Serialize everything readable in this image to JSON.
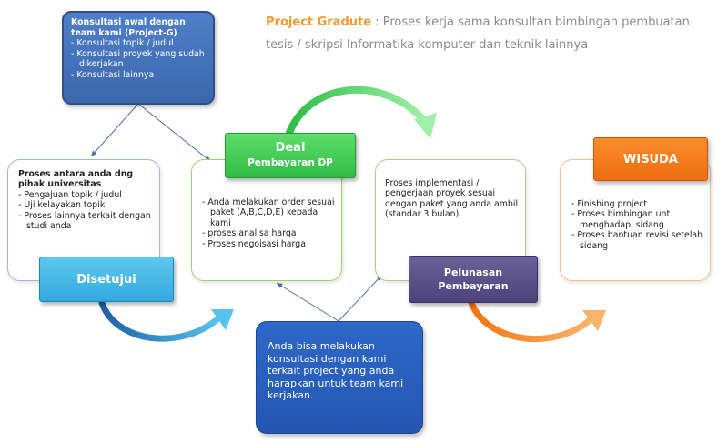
{
  "header": {
    "brand": "Project Gradute",
    "separator": " : ",
    "description": "Proses kerja sama konsultan bimbingan pembuatan tesis / skripsi Informatika komputer dan teknik lainnya"
  },
  "consult_box": {
    "title": "Konsultasi awal dengan team kami (Project-G)",
    "items": [
      "Konsultasi topik / judul",
      "Konsultasi proyek yang sudah dikerjakan",
      "Konsultasi lainnya"
    ]
  },
  "card_1": {
    "title": "Proses antara anda dng pihak universitas",
    "items": [
      "Pengajuan topik / judul",
      "Uji kelayakan topik",
      "Proses lainnya terkait dengan studi anda"
    ],
    "tab": "Disetujui"
  },
  "card_2": {
    "tab_title": "Deal",
    "tab_subtitle": "Pembayaran DP",
    "items": [
      "Anda melakukan order sesuai paket (A,B,C,D,E) kepada kami",
      "proses analisa harga",
      "Proses negoisasi harga"
    ]
  },
  "card_3": {
    "text": "Proses implementasi / pengerjaan proyek sesuai dengan paket yang  anda ambil (standar 3 bulan)",
    "tab_line1": "Pelunasan",
    "tab_line2": "Pembayaran"
  },
  "card_4": {
    "tab": "WISUDA",
    "items": [
      "Finishing project",
      "Proses bimbingan unt menghadapi sidang",
      "Proses bantuan revisi setelah sidang"
    ]
  },
  "info_box": {
    "text": "Anda bisa melakukan konsultasi dengan kami terkait project yang anda harapkan untuk team kami kerjakan."
  },
  "colors": {
    "brand_orange": "#f39a2c",
    "consult_blue": "#3b67ad",
    "disetujui_cyan": "#32a9de",
    "deal_green": "#2fbd45",
    "pelunasan_purple": "#4d437c",
    "wisuda_orange": "#ee6d10",
    "info_blue": "#2356b1"
  }
}
